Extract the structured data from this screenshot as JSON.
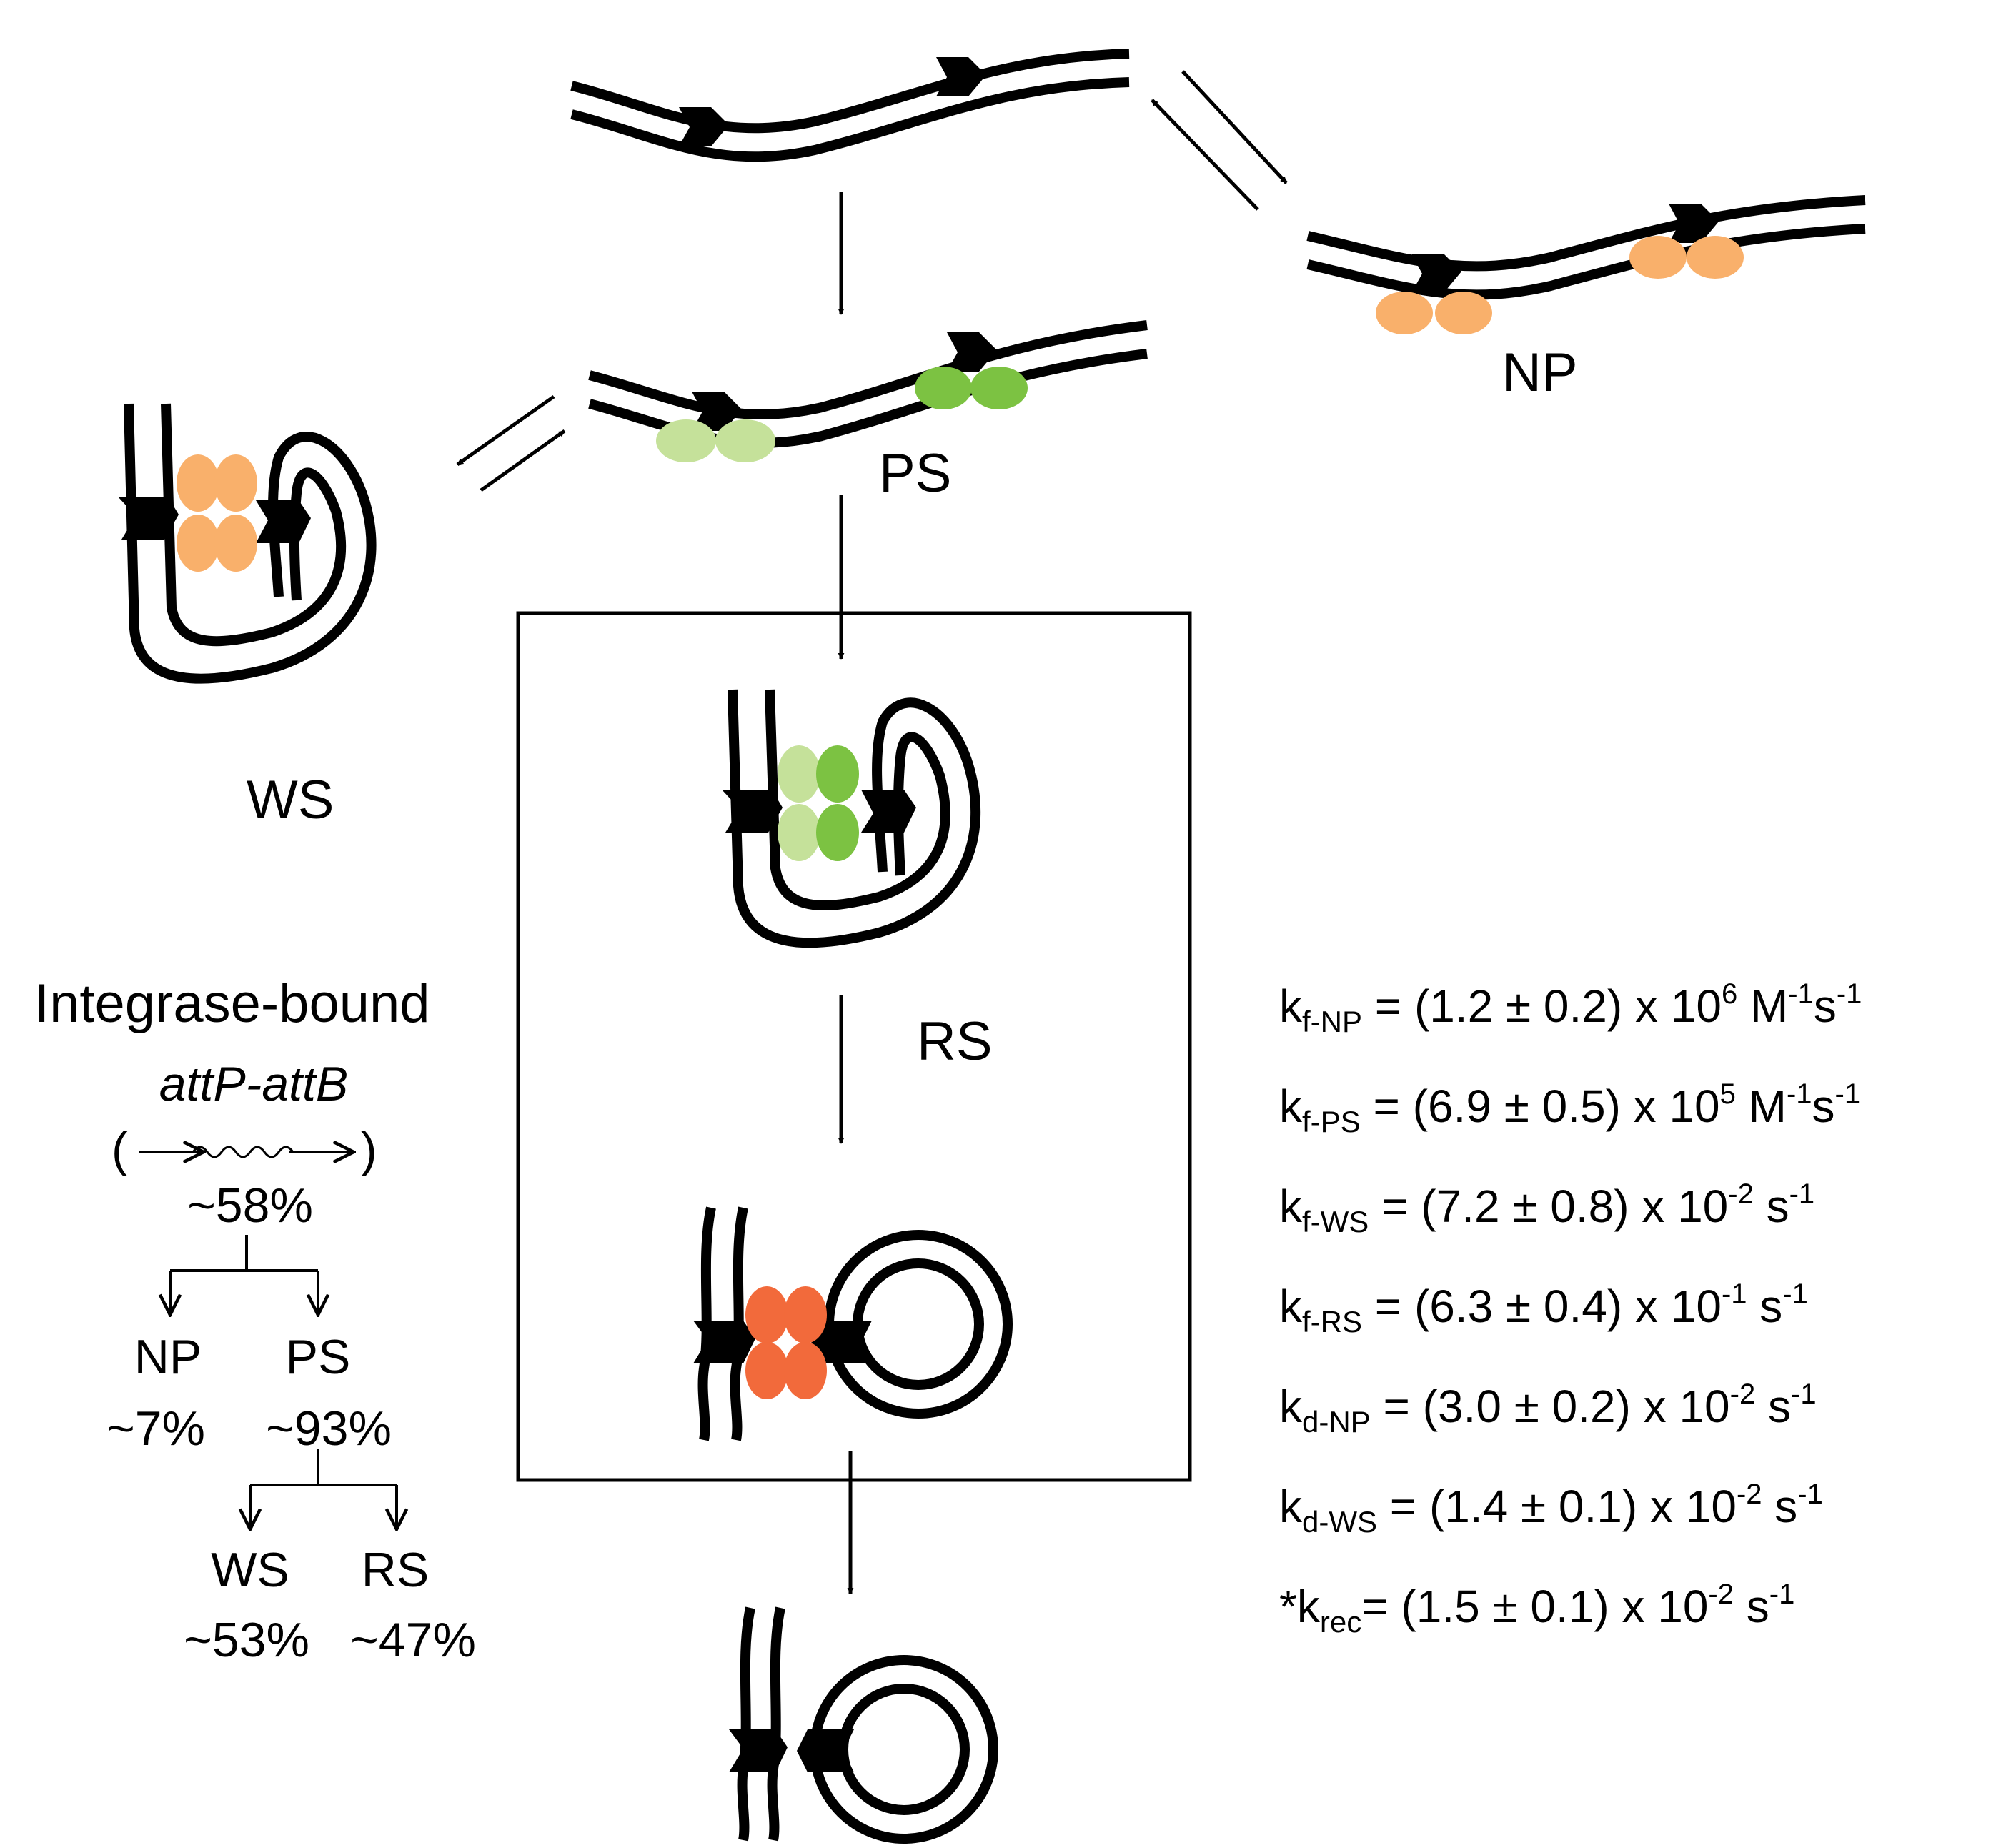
{
  "colors": {
    "line": "#000000",
    "np_protein": "#f9b06b",
    "ps_protein_light": "#c5e19a",
    "ps_protein_dark": "#7cc242",
    "rs_protein": "#f26a3b"
  },
  "labels": {
    "np": "NP",
    "ps": "PS",
    "ws": "WS",
    "rs": "RS"
  },
  "tree": {
    "title": "Integrase-bound",
    "substrate": "attP-attB",
    "open_paren": "(",
    "close_paren": ")",
    "root_pct": "~58%",
    "np_label": "NP",
    "np_pct": "~7%",
    "ps_label": "PS",
    "ps_pct": "~93%",
    "ws_label": "WS",
    "ws_pct": "~53%",
    "rs_label": "RS",
    "rs_pct": "~47%"
  },
  "rates": [
    {
      "prefix": "k",
      "sub": "f-NP",
      "body": " = (1.2 ± 0.2) x 10",
      "exp": "6",
      "unit1": " M",
      "unit1_exp": "-1",
      "unit2": "s",
      "unit2_exp": "-1"
    },
    {
      "prefix": "k",
      "sub": "f-PS",
      "body": " = (6.9 ± 0.5) x 10",
      "exp": "5",
      "unit1": " M",
      "unit1_exp": "-1",
      "unit2": "s",
      "unit2_exp": "-1"
    },
    {
      "prefix": "k",
      "sub": "f-WS",
      "body": " = (7.2 ± 0.8) x 10",
      "exp": "-2",
      "unit1": " s",
      "unit1_exp": "-1",
      "unit2": "",
      "unit2_exp": ""
    },
    {
      "prefix": "k",
      "sub": "f-RS",
      "body": " = (6.3 ± 0.4) x 10",
      "exp": "-1",
      "unit1": " s",
      "unit1_exp": "-1",
      "unit2": "",
      "unit2_exp": ""
    },
    {
      "prefix": "k",
      "sub": "d-NP",
      "body": " = (3.0 ± 0.2) x 10",
      "exp": "-2",
      "unit1": " s",
      "unit1_exp": "-1",
      "unit2": "",
      "unit2_exp": ""
    },
    {
      "prefix": "k",
      "sub": "d-WS",
      "body": " = (1.4 ± 0.1) x 10",
      "exp": "-2",
      "unit1": " s",
      "unit1_exp": "-1",
      "unit2": "",
      "unit2_exp": ""
    },
    {
      "prefix": "*k",
      "sub": "rec",
      "body": "= (1.5 ± 0.1) x 10",
      "exp": "-2",
      "unit1": " s",
      "unit1_exp": "-1",
      "unit2": "",
      "unit2_exp": ""
    }
  ]
}
